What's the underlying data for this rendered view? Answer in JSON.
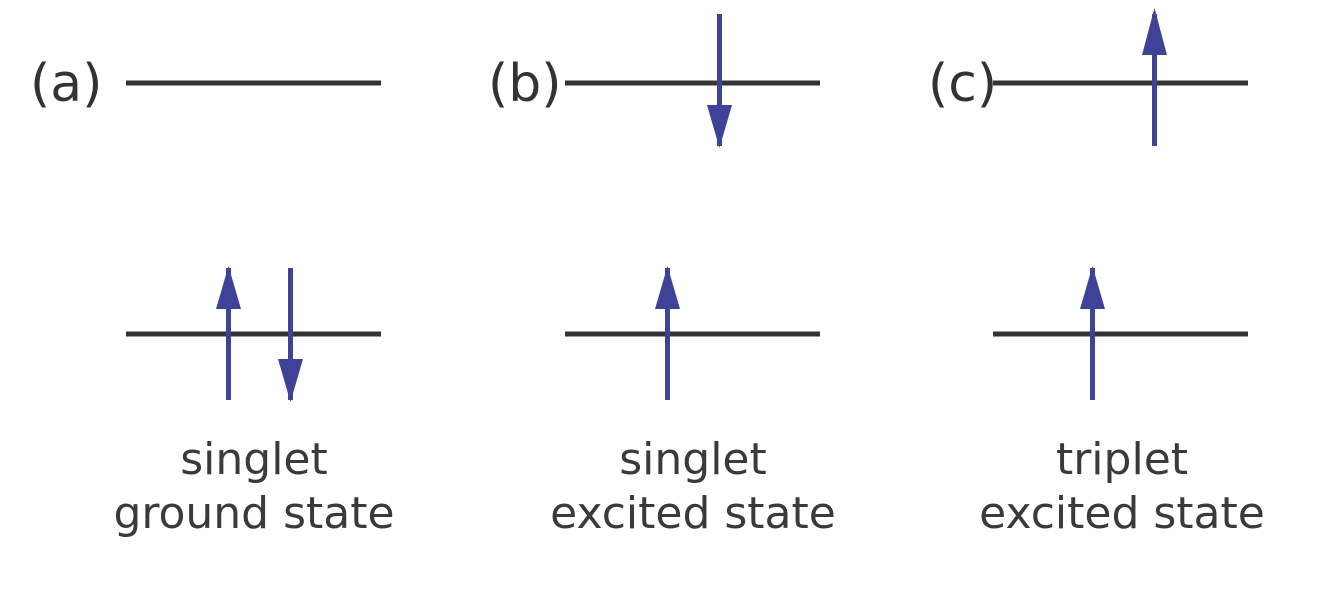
{
  "figure": {
    "type": "energy-level-spin-diagram",
    "background_color": "#ffffff",
    "level_line_color": "#333333",
    "arrow_color": "#3f4397",
    "text_color": "#3a3a3a",
    "panel_count": 3
  },
  "panels": [
    {
      "id": "a",
      "label": "(a)",
      "caption_line1": "singlet",
      "caption_line2": "ground state",
      "upper_level": {
        "present": true,
        "electrons": []
      },
      "lower_level": {
        "present": true,
        "electrons": [
          "up",
          "down"
        ]
      },
      "multiplicity": "singlet",
      "state": "ground state"
    },
    {
      "id": "b",
      "label": "(b)",
      "caption_line1": "singlet",
      "caption_line2": "excited state",
      "upper_level": {
        "present": true,
        "electrons": [
          "down"
        ]
      },
      "lower_level": {
        "present": true,
        "electrons": [
          "up"
        ]
      },
      "multiplicity": "singlet",
      "state": "excited state"
    },
    {
      "id": "c",
      "label": "(c)",
      "caption_line1": "triplet",
      "caption_line2": "excited state",
      "upper_level": {
        "present": true,
        "electrons": [
          "up"
        ]
      },
      "lower_level": {
        "present": true,
        "electrons": [
          "up"
        ]
      },
      "multiplicity": "triplet",
      "state": "excited state"
    }
  ]
}
